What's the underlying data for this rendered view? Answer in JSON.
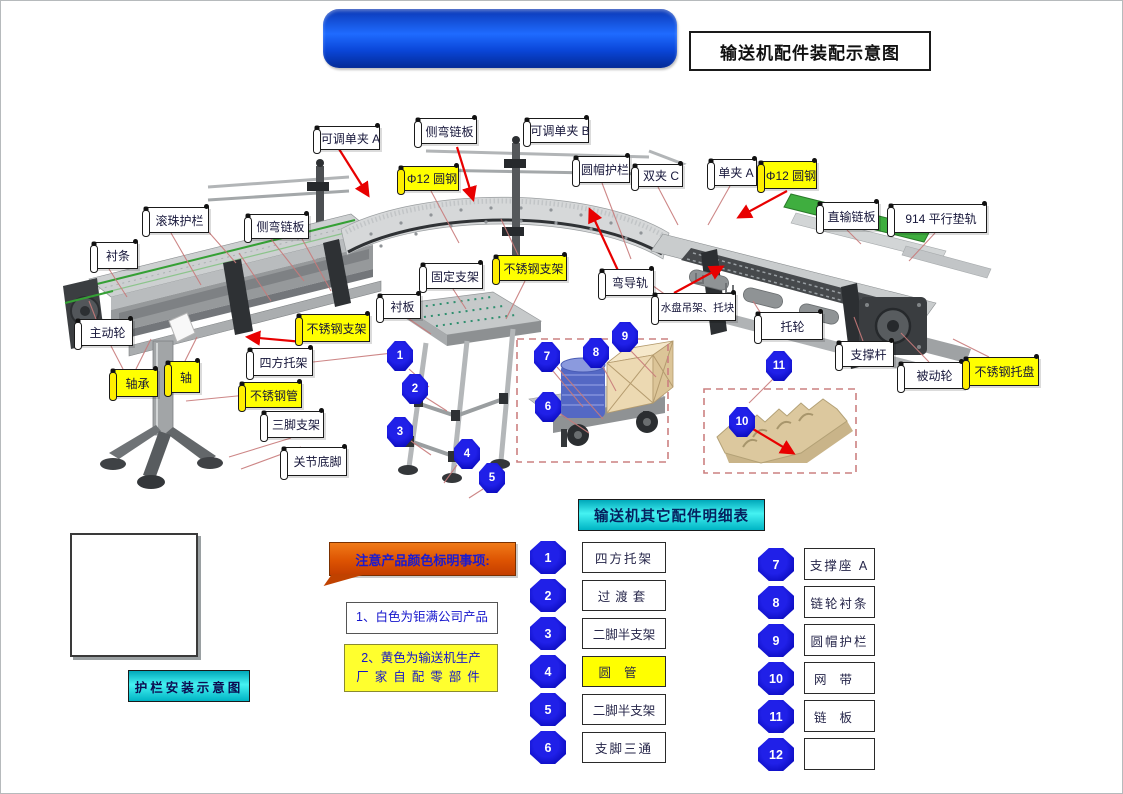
{
  "colors": {
    "badge_blue": "#0a0ad0",
    "highlight_yellow": "#ffff00",
    "header_cyan": "#2de0e0",
    "note_orange": "#dd5302",
    "arrow_red": "#e80000",
    "leader_pink": "#c87a7a",
    "rail_green": "#3fae3f"
  },
  "title": {
    "main": "输送机配件装配示意图"
  },
  "callouts": {
    "adj_clamp_a": "可调单夹 A",
    "side_bend_chain_top": "侧弯链板",
    "adj_clamp_b": "可调单夹 B",
    "phi12_left": "Φ12 圆钢",
    "round_cap_rail": "圆帽护栏",
    "double_clamp_c": "双夹 C",
    "single_clamp_a": "单夹 A",
    "phi12_right": "Φ12 圆钢",
    "ball_rail": "滚珠护栏",
    "side_bend_chain_left": "侧弯链板",
    "straight_chain": "直输链板",
    "rail_914": "914 平行垫轨",
    "liner_strip": "衬条",
    "fixed_bracket": "固定支架",
    "ss_bracket_center": "不锈钢支架",
    "curve_rail": "弯导轨",
    "liner_plate": "衬板",
    "water_tray": "水盘吊架、托块",
    "roller": "托轮",
    "drive_wheel": "主动轮",
    "ss_bracket_left": "不锈钢支架",
    "square_bracket": "四方托架",
    "support_rod": "支撑杆",
    "driven_wheel": "被动轮",
    "ss_tray": "不锈钢托盘",
    "bearing": "轴承",
    "shaft": "轴",
    "ss_tube": "不锈钢管",
    "tripod": "三脚支架",
    "joint_foot": "关节底脚"
  },
  "diagram_badges": [
    "1",
    "2",
    "3",
    "4",
    "5",
    "6",
    "7",
    "8",
    "9",
    "10",
    "11"
  ],
  "parts_table": {
    "title": "输送机其它配件明细表",
    "left": [
      {
        "num": "1",
        "label": "四方托架"
      },
      {
        "num": "2",
        "label": "过渡套"
      },
      {
        "num": "3",
        "label": "二脚半支架"
      },
      {
        "num": "4",
        "label": "圆管"
      },
      {
        "num": "5",
        "label": "二脚半支架"
      },
      {
        "num": "6",
        "label": "支脚三通"
      }
    ],
    "right": [
      {
        "num": "7",
        "label": "支撑座 A"
      },
      {
        "num": "8",
        "label": "链轮衬条"
      },
      {
        "num": "9",
        "label": "圆帽护栏"
      },
      {
        "num": "10",
        "label": "网带"
      },
      {
        "num": "11",
        "label": "链板"
      },
      {
        "num": "12",
        "label": ""
      }
    ]
  },
  "notes": {
    "banner": "注意产品颜色标明事项:",
    "note1": "1、白色为钜满公司产品",
    "note2_line1": "2、黄色为输送机生产",
    "note2_line2": "厂家自配零部件"
  },
  "inset": {
    "caption": "护栏安装示意图"
  }
}
